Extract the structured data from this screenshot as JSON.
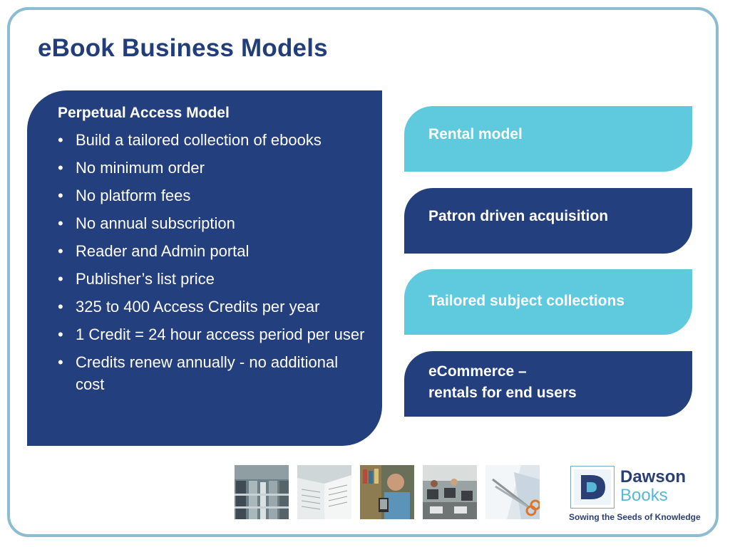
{
  "slide": {
    "title": "eBook Business Models"
  },
  "perpetual": {
    "title": "Perpetual Access Model",
    "items": [
      "Build a tailored collection of ebooks",
      "No minimum order",
      "No platform fees",
      "No annual subscription",
      "Reader and Admin portal",
      "Publisher’s list price",
      "325 to 400 Access Credits per year",
      "1 Credit = 24 hour access period per user",
      "Credits renew annually - no additional cost"
    ]
  },
  "models": {
    "rental": "Rental model",
    "pda": "Patron driven acquisition",
    "subject": "Tailored subject collections",
    "ecommerce_line1": "eCommerce –",
    "ecommerce_line2": "rentals for end users"
  },
  "photos": [
    "library-shelves-photo",
    "open-book-photo",
    "ereader-student-photo",
    "computer-lab-photo",
    "scissors-paper-photo"
  ],
  "logo": {
    "name_line1": "Dawson",
    "name_line2": "Books",
    "tagline": "Sowing the Seeds of Knowledge"
  },
  "colors": {
    "navy": "#243f7d",
    "cyan": "#5fc9dd",
    "title": "#213d7a",
    "frame": "#8cbcd0"
  }
}
